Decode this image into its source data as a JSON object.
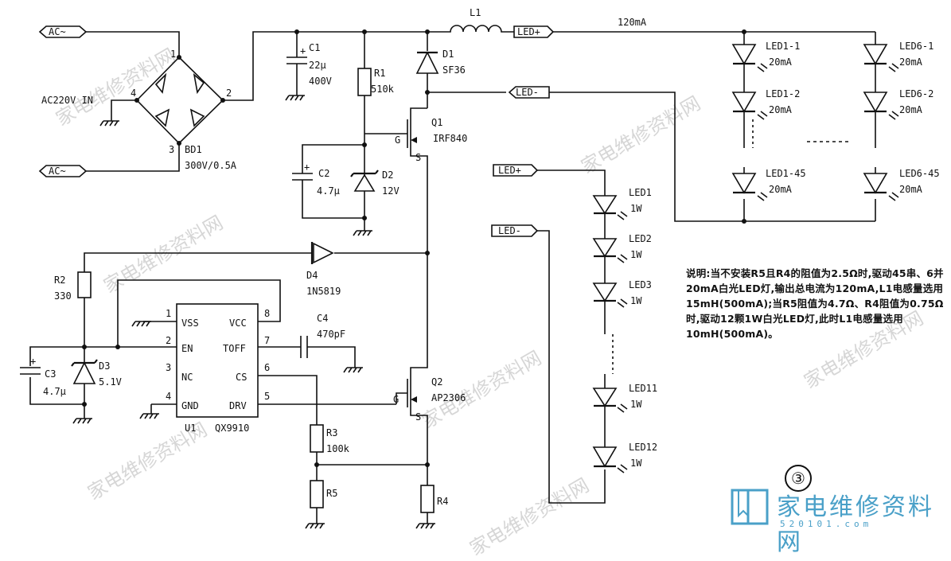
{
  "ports": {
    "ac_top": "AC~",
    "ac_bottom": "AC~",
    "led_plus_top": "LED+",
    "led_minus_top": "LED-",
    "led_plus_mid": "LED+",
    "led_minus_mid": "LED-"
  },
  "input": {
    "label": "AC220V IN",
    "pin1": "1",
    "pin2": "2",
    "pin3": "3",
    "pin4": "4"
  },
  "bridge": {
    "ref": "BD1",
    "value": "300V/0.5A"
  },
  "c1": {
    "ref": "C1",
    "value1": "22μ",
    "value2": "400V",
    "pol": "+"
  },
  "r1": {
    "ref": "R1",
    "value": "510k"
  },
  "d1": {
    "ref": "D1",
    "value": "SF36"
  },
  "l1": {
    "ref": "L1"
  },
  "current": "120mA",
  "q1": {
    "ref": "Q1",
    "value": "IRF840",
    "g": "G",
    "s": "S"
  },
  "c2": {
    "ref": "C2",
    "value": "4.7μ",
    "pol": "+"
  },
  "d2": {
    "ref": "D2",
    "value": "12V"
  },
  "d4": {
    "ref": "D4",
    "value": "1N5819"
  },
  "r2": {
    "ref": "R2",
    "value": "330"
  },
  "c3": {
    "ref": "C3",
    "value": "4.7μ",
    "pol": "+"
  },
  "d3": {
    "ref": "D3",
    "value": "5.1V"
  },
  "u1": {
    "ref": "U1",
    "value": "QX9910",
    "pins": [
      {
        "num": "1",
        "name": "VSS"
      },
      {
        "num": "2",
        "name": "EN"
      },
      {
        "num": "3",
        "name": "NC"
      },
      {
        "num": "4",
        "name": "GND"
      },
      {
        "num": "8",
        "name": "VCC"
      },
      {
        "num": "7",
        "name": "TOFF"
      },
      {
        "num": "6",
        "name": "CS"
      },
      {
        "num": "5",
        "name": "DRV"
      }
    ]
  },
  "c4": {
    "ref": "C4",
    "value": "470pF"
  },
  "q2": {
    "ref": "Q2",
    "value": "AP2306",
    "g": "G",
    "s": "S"
  },
  "r3": {
    "ref": "R3",
    "value": "100k"
  },
  "r4": {
    "ref": "R4"
  },
  "r5": {
    "ref": "R5"
  },
  "array": {
    "top": [
      {
        "ref": "LED1-1",
        "cur": "20mA"
      },
      {
        "ref": "LED6-1",
        "cur": "20mA"
      }
    ],
    "second": [
      {
        "ref": "LED1-2",
        "cur": "20mA"
      },
      {
        "ref": "LED6-2",
        "cur": "20mA"
      }
    ],
    "bottom": [
      {
        "ref": "LED1-45",
        "cur": "20mA"
      },
      {
        "ref": "LED6-45",
        "cur": "20mA"
      }
    ]
  },
  "chain": [
    {
      "ref": "LED1",
      "p": "1W"
    },
    {
      "ref": "LED2",
      "p": "1W"
    },
    {
      "ref": "LED3",
      "p": "1W"
    },
    {
      "ref": "LED11",
      "p": "1W"
    },
    {
      "ref": "LED12",
      "p": "1W"
    }
  ],
  "note": "说明:当不安装R5且R4的阻值为2.5Ω时,驱动45串、6并20mA白光LED灯,输出总电流为120mA,L1电感量选用15mH(500mA);当R5阻值为4.7Ω、R4阻值为0.75Ω时,驱动12颗1W白光LED灯,此时L1电感量选用10mH(500mA)。",
  "figure_number": "③",
  "logo": {
    "text": "家电维修资料网",
    "url": "520101.com"
  },
  "watermark": "家电维修资料网"
}
